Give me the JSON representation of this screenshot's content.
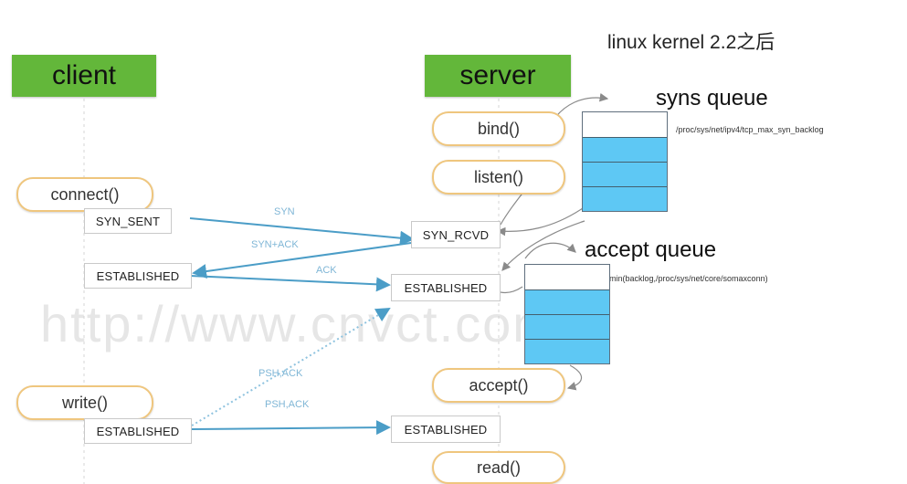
{
  "version_note": "linux  kernel 2.2之后",
  "watermark": "http://www.cnvct.com",
  "client": {
    "header": "client",
    "connect_label": "connect()",
    "write_label": "write()",
    "state_syn_sent": "SYN_SENT",
    "state_established": "ESTABLISHED",
    "state_established_2": "ESTABLISHED"
  },
  "server": {
    "header": "server",
    "bind_label": "bind()",
    "listen_label": "listen()",
    "accept_label": "accept()",
    "read_label": "read()",
    "state_syn_rcvd": "SYN_RCVD",
    "state_established": "ESTABLISHED",
    "state_established_2": "ESTABLISHED"
  },
  "syns_queue": {
    "title": "syns queue",
    "path": "/proc/sys/net/ipv4/tcp_max_syn_backlog"
  },
  "accept_queue": {
    "title": "accept queue",
    "path": "min(backlog,/proc/sys/net/core/somaxconn)"
  },
  "messages": {
    "syn": "SYN",
    "syn_ack": "SYN+ACK",
    "ack": "ACK",
    "psh_ack_1": "PSH,ACK",
    "psh_ack_2": "PSH,ACK"
  },
  "colors": {
    "header_green": "#63b73a",
    "pill_border": "#efc67e",
    "queue_fill": "#5ec8f4",
    "arrow_blue": "#4b9dc7"
  }
}
